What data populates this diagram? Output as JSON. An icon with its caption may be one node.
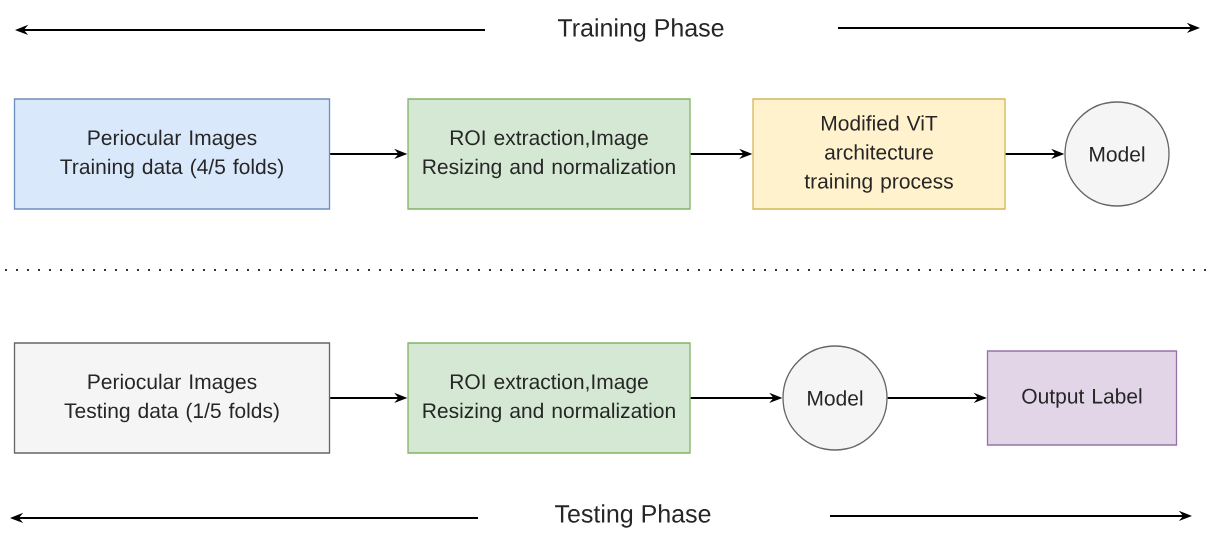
{
  "diagram": {
    "nodes": [
      {
        "text": [
          "Periocular Images",
          "Training data (4/5 folds)"
        ]
      },
      {
        "text": [
          "ROI extraction,Image Resizing and normalization"
        ]
      },
      {
        "text": [
          "Modified ViT architecture training process"
        ]
      },
      {
        "text": [
          "Model"
        ]
      },
      {
        "text": [
          "Periocular Images",
          "Testing data (1/5 folds)"
        ]
      },
      {
        "text": [
          "ROI extraction,Image Resizing and normalization"
        ]
      },
      {
        "text": [
          "Model"
        ]
      },
      {
        "text": [
          "Output Label"
        ]
      }
    ],
    "edges": [
      {
        "from": 0,
        "to": 1,
        "arrow": "to"
      },
      {
        "from": 1,
        "to": 2,
        "arrow": "to"
      },
      {
        "from": 2,
        "to": 3,
        "arrow": "to"
      },
      {
        "from": 4,
        "to": 5,
        "arrow": "to"
      },
      {
        "from": 5,
        "to": 6,
        "arrow": "to"
      },
      {
        "from": 6,
        "to": 7,
        "arrow": "to"
      }
    ],
    "labels": [
      "Training Phase",
      "Testing Phase"
    ]
  }
}
